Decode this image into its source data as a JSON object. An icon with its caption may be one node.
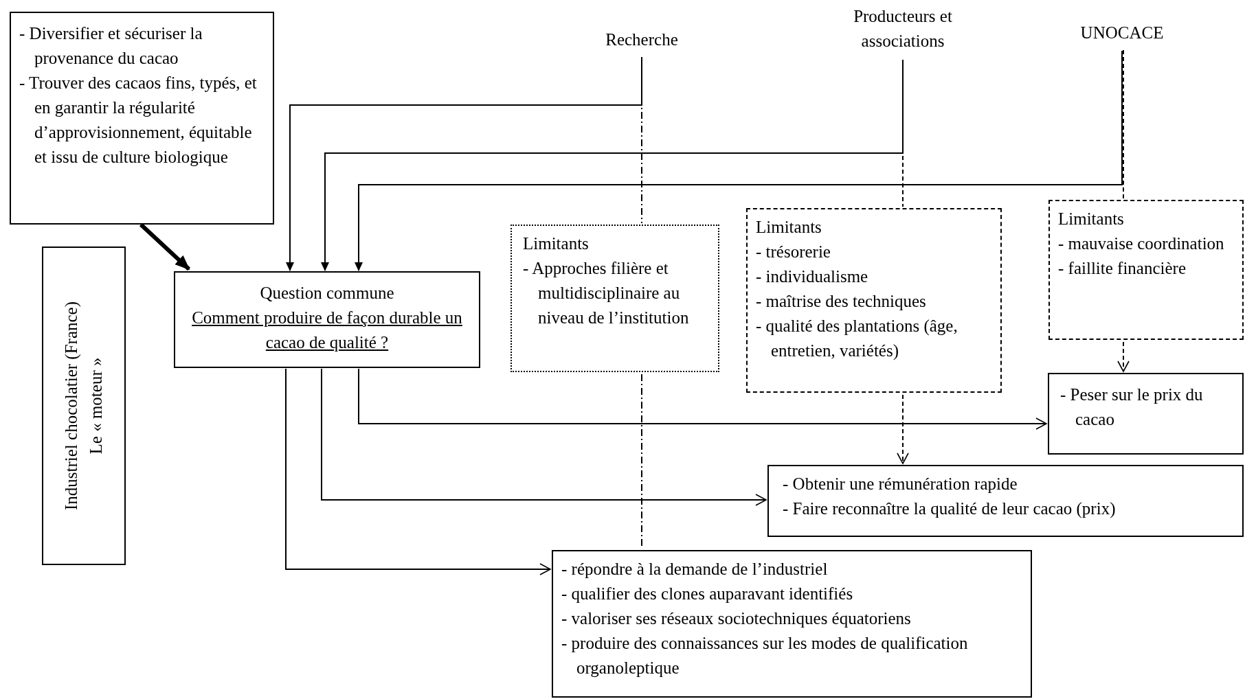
{
  "diagram": {
    "nodes": [
      {
        "text": [
          "- Diversifier et sécuriser la provenance du cacao",
          "- Trouver des cacaos fins, typés, et en garantir la régularité d’approvisionnement, équitable et issu de culture biologique"
        ]
      },
      {
        "text": [
          "Industriel chocolatier (France)",
          "Le « moteur »"
        ]
      },
      {
        "text": [
          "Question commune",
          "Comment produire de façon durable un cacao de qualité ?"
        ]
      },
      {
        "text": [
          "Recherche"
        ]
      },
      {
        "text": [
          "Producteurs et associations"
        ]
      },
      {
        "text": [
          "UNOCACE"
        ]
      },
      {
        "text": [
          "Limitants",
          "- Approches filière et multidisciplinaire au niveau de l’institution"
        ]
      },
      {
        "text": [
          "Limitants",
          "- trésorerie",
          "- individualisme",
          "- maîtrise des techniques",
          "- qualité des plantations (âge, entretien, variétés)"
        ]
      },
      {
        "text": [
          "Limitants",
          "- mauvaise coordination",
          "- faillite financière"
        ]
      },
      {
        "text": [
          "- Peser sur le prix du cacao"
        ]
      },
      {
        "text": [
          "- Obtenir une rémunération rapide",
          "- Faire reconnaître la qualité de leur cacao (prix)"
        ]
      },
      {
        "text": [
          "- répondre à la demande de l’industriel",
          "- qualifier des clones auparavant identifiés",
          "- valoriser ses réseaux sociotechniques équatoriens",
          "- produire des connaissances sur les modes de qualification organoleptique"
        ]
      }
    ],
    "edges": [
      {
        "from": 0,
        "to": 2,
        "arrow": "to",
        "style": "thick"
      },
      {
        "from": 3,
        "to": 2,
        "arrow": "to"
      },
      {
        "from": 4,
        "to": 2,
        "arrow": "to"
      },
      {
        "from": 5,
        "to": 2,
        "arrow": "to"
      },
      {
        "from": 2,
        "to": 9,
        "arrow": "to"
      },
      {
        "from": 2,
        "to": 10,
        "arrow": "to"
      },
      {
        "from": 2,
        "to": 11,
        "arrow": "to"
      },
      {
        "from": 3,
        "to": 6,
        "arrow": "none",
        "style": "dashed"
      },
      {
        "from": 6,
        "to": 11,
        "arrow": "none",
        "style": "dashed"
      },
      {
        "from": 4,
        "to": 7,
        "arrow": "none",
        "style": "dashed"
      },
      {
        "from": 7,
        "to": 10,
        "arrow": "to",
        "style": "dashed"
      },
      {
        "from": 5,
        "to": 8,
        "arrow": "none",
        "style": "dashed"
      },
      {
        "from": 8,
        "to": 9,
        "arrow": "to",
        "style": "dashed"
      }
    ]
  }
}
